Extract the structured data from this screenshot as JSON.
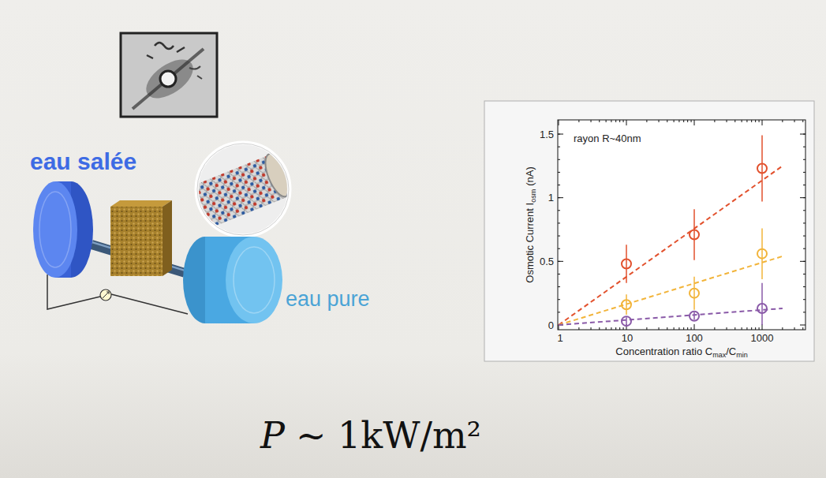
{
  "diagram": {
    "nodes": [
      {
        "text": [
          "eau salée"
        ]
      },
      {
        "text": [
          "eau pure"
        ]
      }
    ],
    "edges": [
      {
        "from": 0,
        "to": 1,
        "arrow": "none"
      }
    ],
    "labels": [
      "rayon R~40nm",
      "Osmotic Current I",
      "osm",
      "(nA)",
      "Concentration ratio C",
      "max",
      "/C",
      "min",
      "0",
      "0.5",
      "1",
      "1.5",
      "1",
      "10",
      "100",
      "1000",
      "P",
      "∼ 1kW/m²"
    ]
  }
}
